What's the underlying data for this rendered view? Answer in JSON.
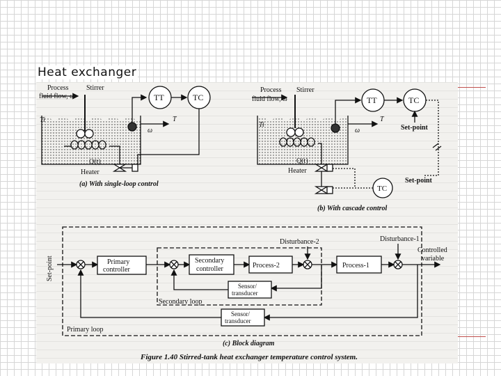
{
  "slide": {
    "title": "Heat exchanger",
    "accent_color": "#c0504d"
  },
  "diagram_a": {
    "process_fluid_flow": "Process",
    "process_fluid_flow_2": "fluid flow, ω",
    "stirrer": "Stirrer",
    "tt": "TT",
    "tc": "TC",
    "t_out": "T",
    "omega": "ω",
    "t_in": "Ti",
    "q": "Q(t)",
    "heater": "Heater",
    "caption": "(a) With single-loop control"
  },
  "diagram_b": {
    "process_fluid_flow": "Process",
    "process_fluid_flow_2": "fluid flow, ω",
    "stirrer": "Stirrer",
    "tt": "TT",
    "tc": "TC",
    "setpoint_top": "Set-point",
    "t_out": "T",
    "omega": "ω",
    "t_in": "Ti",
    "q": "Q(t)",
    "heater": "Heater",
    "tc_flow": "TC",
    "setpoint_flow": "Set-point",
    "caption": "(b) With cascade control"
  },
  "diagram_c": {
    "setpoint": "Set-point",
    "primary_controller_1": "Primary",
    "primary_controller_2": "controller",
    "secondary_controller_1": "Secondary",
    "secondary_controller_2": "controller",
    "process2": "Process-2",
    "process1": "Process-1",
    "disturbance2": "Disturbance-2",
    "disturbance1": "Disturbance-1",
    "controlled_variable_1": "Controlled",
    "controlled_variable_2": "variable",
    "sensor_inner_1": "Sensor/",
    "sensor_inner_2": "transducer",
    "sensor_outer_1": "Sensor/",
    "sensor_outer_2": "transducer",
    "secondary_loop": "Secondary loop",
    "primary_loop": "Primary loop",
    "caption": "(c) Block diagram"
  },
  "figure_caption": "Figure 1.40  Stirred-tank heat exchanger temperature control system."
}
